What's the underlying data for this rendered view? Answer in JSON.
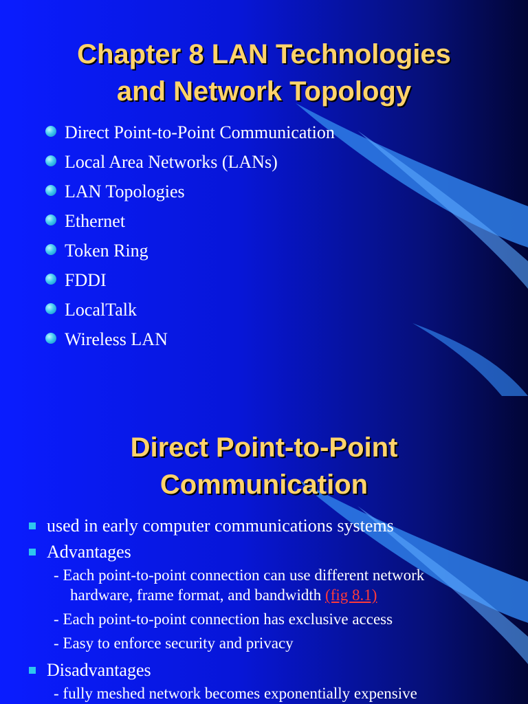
{
  "slide1": {
    "title_line1": "Chapter 8  LAN Technologies",
    "title_line2": "and Network Topology",
    "bullets": [
      "Direct Point-to-Point Communication",
      "Local Area Networks (LANs)",
      "LAN Topologies",
      "Ethernet",
      "Token Ring",
      "FDDI",
      "LocalTalk",
      "Wireless LAN"
    ]
  },
  "slide2": {
    "title_line1": "Direct Point-to-Point",
    "title_line2": "Communication",
    "bullet1": "used in early computer communications systems",
    "bullet2": "Advantages",
    "adv1_line1": "- Each point-to-point connection can use different network",
    "adv1_line2": "hardware, frame format, and bandwidth ",
    "adv1_link": "(fig 8.1)",
    "adv2": "-  Each point-to-point connection has exclusive access",
    "adv3": "-  Easy to enforce security and privacy",
    "bullet3": "Disadvantages",
    "dis1": "-  fully meshed network  becomes exponentially expensive"
  },
  "colors": {
    "title": "#ffd36b",
    "bullet_dot": "#40c8f0",
    "link": "#ff3a3a",
    "accent_curve": "#3d8cf0"
  }
}
